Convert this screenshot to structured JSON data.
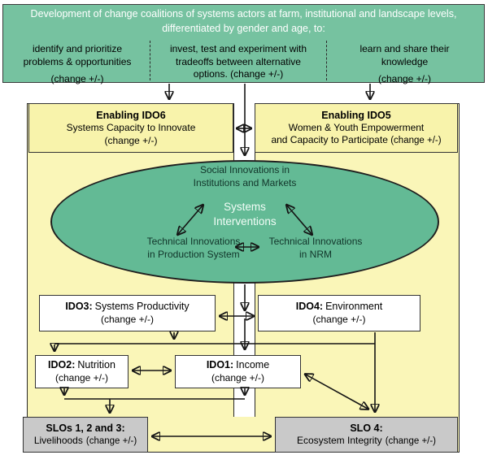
{
  "header": {
    "title": "Development of change coalitions of systems actors at farm, institutional and landscape levels,\ndifferentiated by gender and age, to:",
    "columns": [
      {
        "text": "identify and prioritize\nproblems & opportunities",
        "change": "(change +/-)"
      },
      {
        "text": "invest, test and experiment with\ntradeoffs between alternative\noptions.",
        "change": "(change +/-)"
      },
      {
        "text": "learn and share their\nknowledge",
        "change": "(change +/-)"
      }
    ]
  },
  "enabling": {
    "ido6": {
      "title": "Enabling IDO6",
      "text": "Systems Capacity to Innovate",
      "change": "(change +/-)"
    },
    "ido5": {
      "title": "Enabling IDO5",
      "line2": "Women & Youth Empowerment",
      "line3": "and Capacity to Participate",
      "change": "(change +/-)"
    }
  },
  "ellipse": {
    "top": "Social Innovations in\nInstitutions and Markets",
    "center": "Systems\nInterventions",
    "left": "Technical Innovations\nin Production System",
    "right": "Technical Innovations\nin NRM"
  },
  "idos": {
    "ido3": {
      "label": "IDO3:",
      "text": "Systems Productivity",
      "change": "(change +/-)"
    },
    "ido4": {
      "label": "IDO4:",
      "text": "Environment",
      "change": "(change +/-)"
    },
    "ido2": {
      "label": "IDO2:",
      "text": "Nutrition",
      "change": "(change +/-)"
    },
    "ido1": {
      "label": "IDO1:",
      "text": "Income",
      "change": "(change +/-)"
    }
  },
  "slos": {
    "slo123": {
      "title": "SLOs 1, 2 and 3:",
      "text": "Livelihoods",
      "change": "(change +/-)"
    },
    "slo4": {
      "title": "SLO 4:",
      "text": "Ecosystem Integrity",
      "change": "(change +/-)"
    }
  },
  "colors": {
    "header_green": "#76c2a0",
    "ellipse_green": "#63ba95",
    "panel_yellow": "#faf6b8",
    "node_yellow": "#f8f3ab",
    "slo_gray": "#c9c9c9",
    "line_black": "#141414",
    "title_white": "#ffffff"
  }
}
